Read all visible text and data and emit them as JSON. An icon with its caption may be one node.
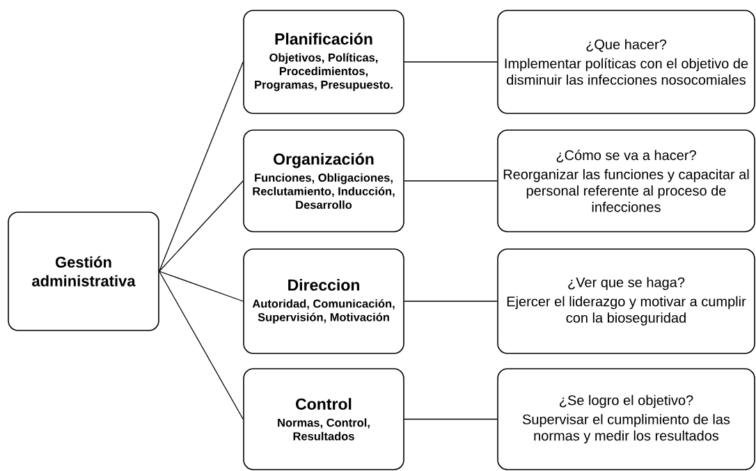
{
  "diagram": {
    "nodes": [
      {
        "text": [
          "Gestión administrativa"
        ]
      },
      {
        "text": [
          "Planificación",
          "Objetivos, Políticas, Procedimientos, Programas, Presupuesto."
        ]
      },
      {
        "text": [
          "¿Que hacer?",
          "Implementar políticas con el objetivo de disminuir las infecciones nosocomiales"
        ]
      },
      {
        "text": [
          "Organización",
          "Funciones, Obligaciones, Reclutamiento, Inducción, Desarrollo"
        ]
      },
      {
        "text": [
          "¿Cómo se va a hacer?",
          "Reorganizar las funciones y capacitar al personal referente al proceso de infecciones"
        ]
      },
      {
        "text": [
          "Direccion",
          "Autoridad, Comunicación, Supervisión, Motivación"
        ]
      },
      {
        "text": [
          "¿Ver que se haga?",
          "Ejercer el liderazgo y motivar a cumplir con la bioseguridad"
        ]
      },
      {
        "text": [
          "Control",
          "Normas, Control, Resultados"
        ]
      },
      {
        "text": [
          "¿Se logro el objetivo?",
          "Supervisar el cumplimiento de las normas y medir los resultados"
        ]
      }
    ],
    "edges": [
      {
        "from": 0,
        "to": 1,
        "arrow": "none"
      },
      {
        "from": 0,
        "to": 3,
        "arrow": "none"
      },
      {
        "from": 0,
        "to": 5,
        "arrow": "none"
      },
      {
        "from": 0,
        "to": 7,
        "arrow": "none"
      },
      {
        "from": 1,
        "to": 2,
        "arrow": "none"
      },
      {
        "from": 3,
        "to": 4,
        "arrow": "none"
      },
      {
        "from": 5,
        "to": 6,
        "arrow": "none"
      },
      {
        "from": 7,
        "to": 8,
        "arrow": "none"
      }
    ]
  }
}
